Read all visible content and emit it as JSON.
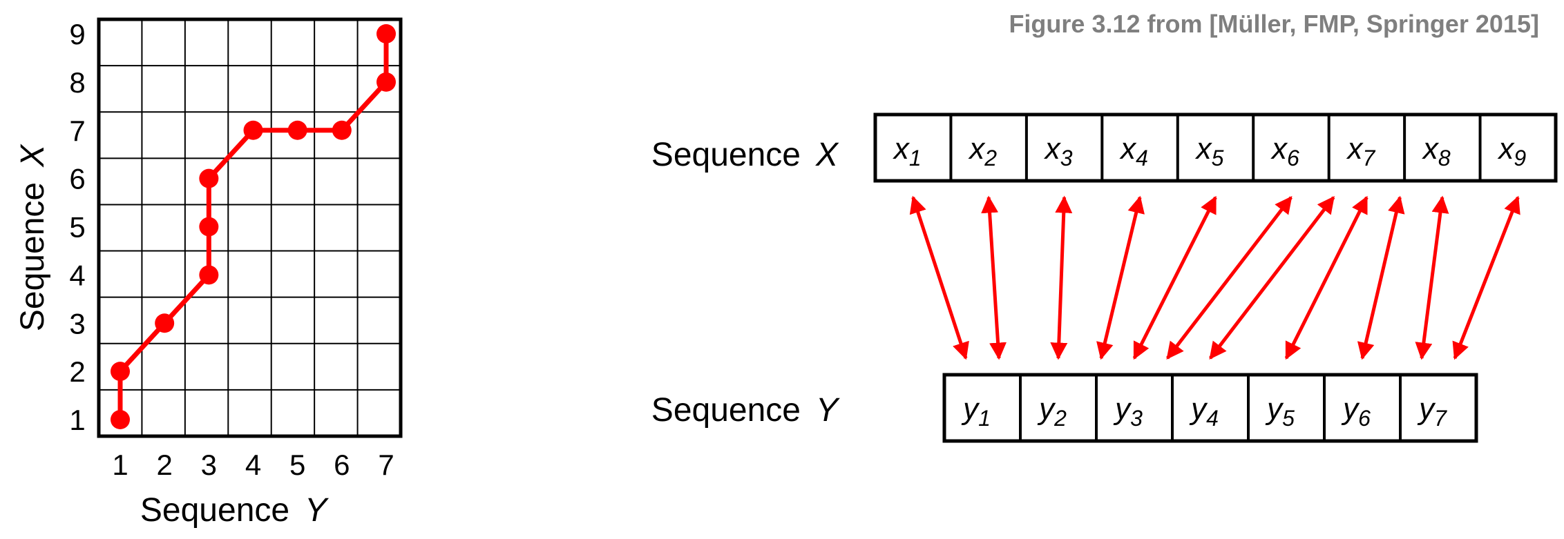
{
  "caption": "Figure 3.12 from [Müller, FMP, Springer 2015]",
  "plot": {
    "xlabel_word": "Sequence",
    "xlabel_var": "Y",
    "ylabel_word": "Sequence",
    "ylabel_var": "X",
    "x_ticks": [
      "1",
      "2",
      "3",
      "4",
      "5",
      "6",
      "7"
    ],
    "y_ticks": [
      "1",
      "2",
      "3",
      "4",
      "5",
      "6",
      "7",
      "8",
      "9"
    ],
    "path_color": "#ff0000",
    "warping_path": [
      [
        1,
        1
      ],
      [
        1,
        2
      ],
      [
        2,
        3
      ],
      [
        3,
        4
      ],
      [
        3,
        5
      ],
      [
        3,
        6
      ],
      [
        4,
        7
      ],
      [
        5,
        7
      ],
      [
        6,
        7
      ],
      [
        7,
        8
      ],
      [
        7,
        9
      ]
    ]
  },
  "alignment": {
    "seq_x_word": "Sequence",
    "seq_x_var": "X",
    "seq_y_word": "Sequence",
    "seq_y_var": "Y",
    "x_letter": "x",
    "y_letter": "y",
    "x_indices": [
      "1",
      "2",
      "3",
      "4",
      "5",
      "6",
      "7",
      "8",
      "9"
    ],
    "y_indices": [
      "1",
      "2",
      "3",
      "4",
      "5",
      "6",
      "7"
    ],
    "arrow_color": "#ff0000"
  }
}
